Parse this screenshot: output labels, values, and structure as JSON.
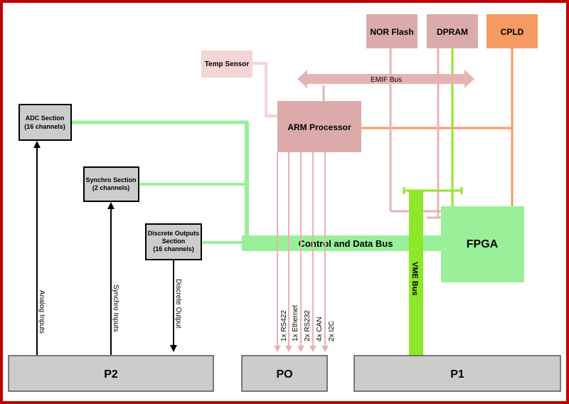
{
  "blocks": {
    "nor_flash": "NOR Flash",
    "dpram": "DPRAM",
    "cpld": "CPLD",
    "temp_sensor": "Temp Sensor",
    "arm_processor": "ARM Processor",
    "fpga": "FPGA",
    "adc_section_line1": "ADC Section",
    "adc_section_line2": "(16 channels)",
    "synchro_section_line1": "Synchro Section",
    "synchro_section_line2": "(2 channels)",
    "discrete_outputs_line1": "Discrete Outputs",
    "discrete_outputs_line2": "Section",
    "discrete_outputs_line3": "(16 channels)",
    "p2": "P2",
    "po": "PO",
    "p1": "P1"
  },
  "buses": {
    "emif_bus": "EMIF Bus",
    "control_data_bus": "Control and Data Bus",
    "vme_bus": "VME Bus"
  },
  "signals": {
    "analog_inputs": "Analog Inputs",
    "synchro_inputs": "Synchro Inputs",
    "discrete_output": "Discrete Output",
    "rs422": "1x RS422",
    "ethernet": "1x Ethernet",
    "rs232": "2x RS232",
    "can": "4x CAN",
    "i2c": "2x I2C"
  },
  "colors": {
    "frame": "#c00000",
    "pink_block": "#ddaaaa",
    "pink_line": "#e6b3b3",
    "light_pink": "#f5d5d5",
    "orange": "#f59a62",
    "green_bus": "#99f099",
    "lime": "#8ee82a",
    "grey_block": "#cccccc"
  }
}
